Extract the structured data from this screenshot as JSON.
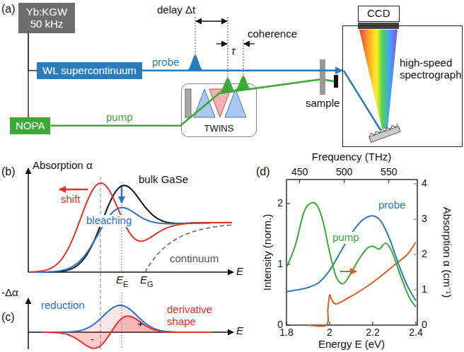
{
  "diagram": {
    "nodes": [
      {
        "text": [
          "Yb:KGW 50 kHz"
        ]
      },
      {
        "text": [
          "WL supercontinuum"
        ]
      },
      {
        "text": [
          "NOPA"
        ]
      },
      {
        "text": [
          "TWINS"
        ]
      },
      {
        "text": [
          "high-speed spectrograph"
        ]
      },
      {
        "text": [
          "CCD"
        ]
      }
    ],
    "edges": [
      {
        "from": 0,
        "to": 1,
        "arrow": "none"
      },
      {
        "from": 0,
        "to": 2,
        "arrow": "none"
      },
      {
        "from": 1,
        "to": 4,
        "arrow": "to"
      },
      {
        "from": 2,
        "to": 3,
        "arrow": "none"
      }
    ],
    "labels": [
      "(a)",
      "delay Δt",
      "coherence",
      "τ",
      "probe",
      "pump",
      "sample",
      "(b)",
      "Absorption α",
      "bulk GaSe",
      "shift",
      "bleaching",
      "continuum",
      "E",
      "E",
      "E",
      "E",
      "G",
      "(c)",
      "-Δα",
      "reduction",
      "derivative shape",
      "-",
      "+",
      "E",
      "(d)",
      "Frequency (THz)",
      "450",
      "500",
      "550",
      "Intensity (norm.)",
      "0",
      "1",
      "2",
      "Absorption α (cm⁻¹)",
      "0",
      "1",
      "2",
      "3",
      "4",
      "1.8",
      "2",
      "2.2",
      "2.4",
      "Energy E (eV)",
      "pump",
      "probe"
    ]
  }
}
